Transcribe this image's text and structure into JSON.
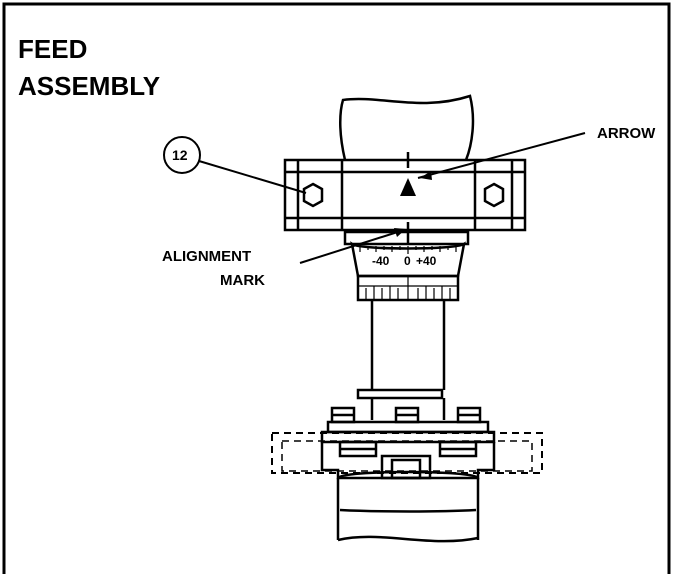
{
  "figure": {
    "title_line1": "FEED",
    "title_line2": "ASSEMBLY",
    "callout_number": "12",
    "labels": {
      "arrow": "ARROW",
      "alignment_line1": "ALIGNMENT",
      "alignment_line2": "MARK"
    },
    "scale": {
      "minus": "-40",
      "zero": "0",
      "plus": "+40"
    }
  }
}
